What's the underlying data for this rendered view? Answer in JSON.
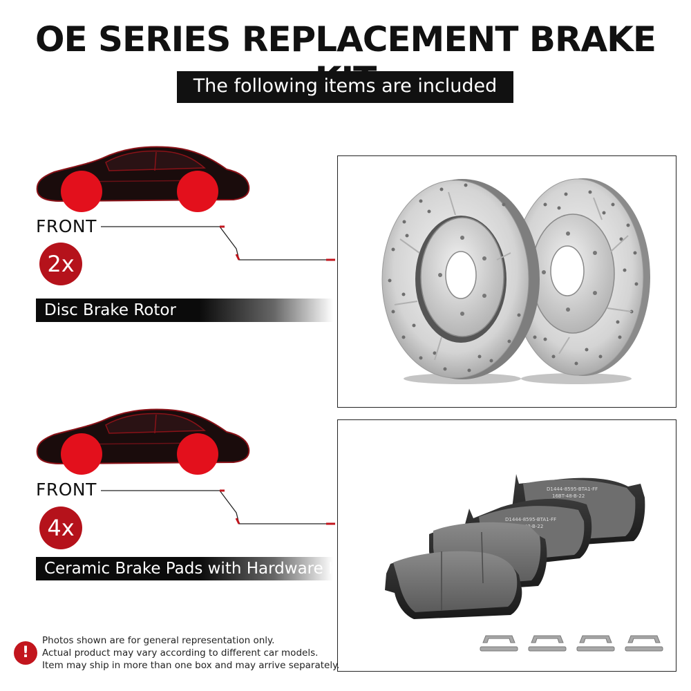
{
  "header": {
    "title": "OE SERIES REPLACEMENT BRAKE KIT",
    "subtitle": "The following items are included"
  },
  "items": [
    {
      "position": "FRONT",
      "quantity": "2x",
      "name": "Disc Brake Rotor"
    },
    {
      "position": "FRONT",
      "quantity": "4x",
      "name": "Ceramic Brake Pads with Hardware Kit"
    }
  ],
  "pad_labels": {
    "back_line1": "D1444-8595-BTA1-FF",
    "back_line2": "16BT-48-B-22",
    "front_line1": "D1444-8595-BTA1-FF",
    "front_line2": "16BT-48-B-22"
  },
  "disclaimer": {
    "line1": "Photos shown are for general representation only.",
    "line2": "Actual product may vary according to different car models.",
    "line3": "Item may ship in more than one box and may arrive separately."
  },
  "colors": {
    "accent_red": "#c2151d",
    "badge_red": "#b5121b",
    "bar_black": "#111111"
  },
  "icons": {
    "warning": "exclamation-circle-icon",
    "car": "sports-car-icon"
  }
}
